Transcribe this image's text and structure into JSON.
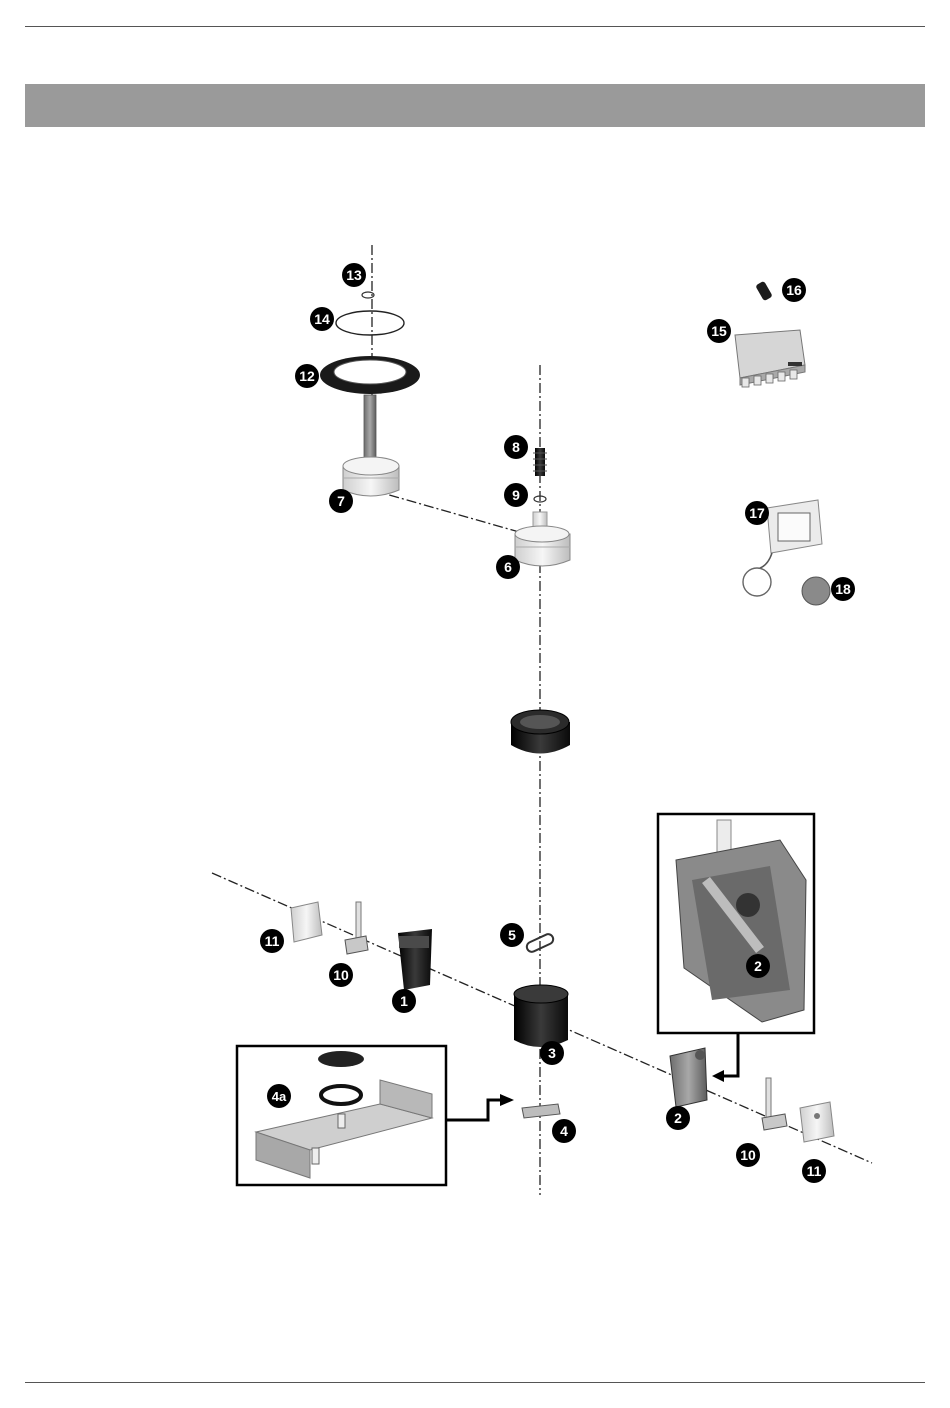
{
  "callouts": {
    "c13": "13",
    "c14": "14",
    "c12": "12",
    "c7": "7",
    "c8": "8",
    "c9": "9",
    "c6": "6",
    "c16": "16",
    "c15": "15",
    "c17": "17",
    "c18": "18",
    "c5": "5",
    "c11a": "11",
    "c10a": "10",
    "c1": "1",
    "c3": "3",
    "c4a": "4a",
    "c4": "4",
    "c2a": "2",
    "c2b": "2",
    "c10b": "10",
    "c11b": "11"
  },
  "colors": {
    "header_bar": "#9a9a9a",
    "callout_fill": "#000000",
    "part_dark": "#1c1c1c",
    "part_light": "#e8e8e8",
    "part_mid": "#8c8c8c"
  }
}
